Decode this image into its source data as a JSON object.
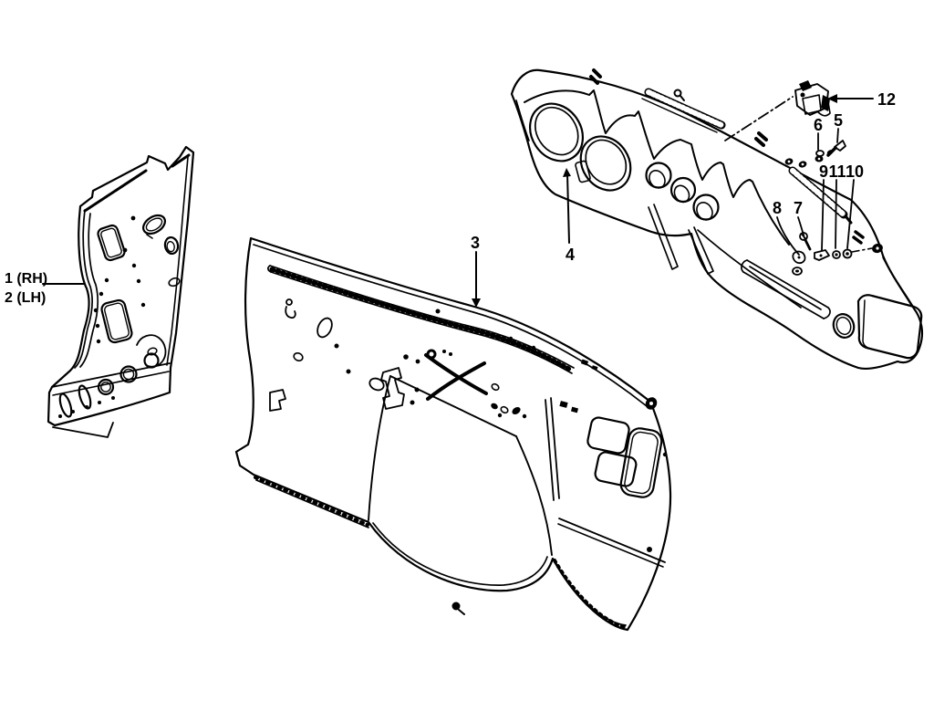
{
  "diagram": {
    "background_color": "#ffffff",
    "line_color": "#000000",
    "callouts": {
      "c1": "1 (RH)",
      "c2": "2 (LH)",
      "c3": "3",
      "c4": "4",
      "c5": "5",
      "c6": "6",
      "c7": "7",
      "c8": "8",
      "c9": "9",
      "c10": "10",
      "c11": "11",
      "c12": "12"
    }
  }
}
